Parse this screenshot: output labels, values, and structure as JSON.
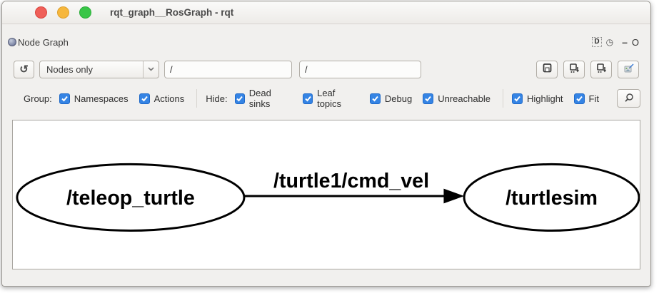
{
  "window": {
    "title": "rqt_graph__RosGraph - rqt"
  },
  "panel": {
    "title": "Node Graph",
    "controls": {
      "dock_label": "D",
      "clock_glyph": "◷",
      "minimize_label": "–",
      "restore_label": "O"
    }
  },
  "toolbar": {
    "refresh_icon": "↺",
    "graph_type_value": "Nodes only",
    "node_filter_value": "/",
    "topic_filter_value": "/"
  },
  "filters": {
    "group_label": "Group:",
    "group_items": [
      {
        "label": "Namespaces",
        "checked": true
      },
      {
        "label": "Actions",
        "checked": true
      }
    ],
    "hide_label": "Hide:",
    "hide_items": [
      {
        "label": "Dead sinks",
        "checked": true
      },
      {
        "label": "Leaf topics",
        "checked": true
      },
      {
        "label": "Debug",
        "checked": true
      },
      {
        "label": "Unreachable",
        "checked": true
      }
    ],
    "view_items": [
      {
        "label": "Highlight",
        "checked": true
      },
      {
        "label": "Fit",
        "checked": true
      }
    ]
  },
  "graph": {
    "nodes": [
      {
        "label": "/teleop_turtle"
      },
      {
        "label": "/turtlesim"
      }
    ],
    "edges": [
      {
        "from": "/teleop_turtle",
        "to": "/turtlesim",
        "label": "/turtle1/cmd_vel"
      }
    ]
  },
  "colors": {
    "accent_blue": "#3584e4",
    "traffic_red": "#ef5f58",
    "traffic_yellow": "#f6b73c",
    "traffic_green": "#39c648",
    "node_stroke": "#000000",
    "canvas_bg": "#ffffff",
    "window_bg": "#f1f0ee"
  }
}
